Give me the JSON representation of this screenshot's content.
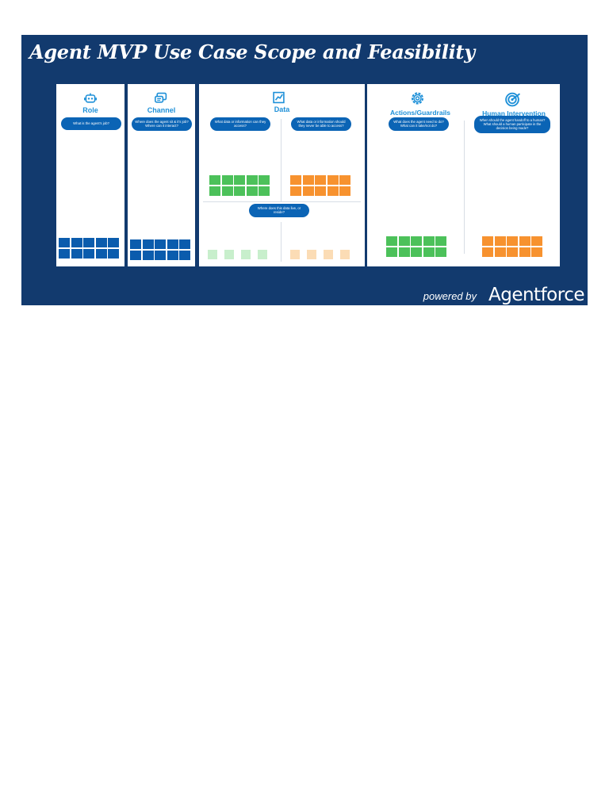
{
  "title": "Agent MVP Use Case Scope and Feasibility",
  "panels": {
    "role": {
      "heading": "Role",
      "question": "What is the agent's job?",
      "icon": "robot-icon"
    },
    "channel": {
      "heading": "Channel",
      "question": "Where does the agent sit & it's job? Where can it interact?",
      "icon": "chat-icon"
    },
    "data": {
      "heading": "Data",
      "icon": "chart-icon",
      "question_left": "What data or information can they access?",
      "question_right": "What data or information should they never be able to access?",
      "question_middle": "Where does this data live, or reside?"
    },
    "actions": {
      "heading": "Actions/Guardrails",
      "question": "What does the agent need to do? What can it take/not do?",
      "icon": "gear-icon"
    },
    "human": {
      "heading": "Human Intervention",
      "question": "When should the agent handoff to a human? What should a human participate in the decision being made?",
      "icon": "target-icon"
    }
  },
  "footer": {
    "powered_by": "powered by",
    "brand": "Agentforce"
  },
  "colors": {
    "background": "#123a6e",
    "accent": "#1e90d8",
    "pill": "#0b64b5",
    "blue_note": "#0b5cad",
    "green_note": "#4cc15a",
    "orange_note": "#f7922f"
  }
}
